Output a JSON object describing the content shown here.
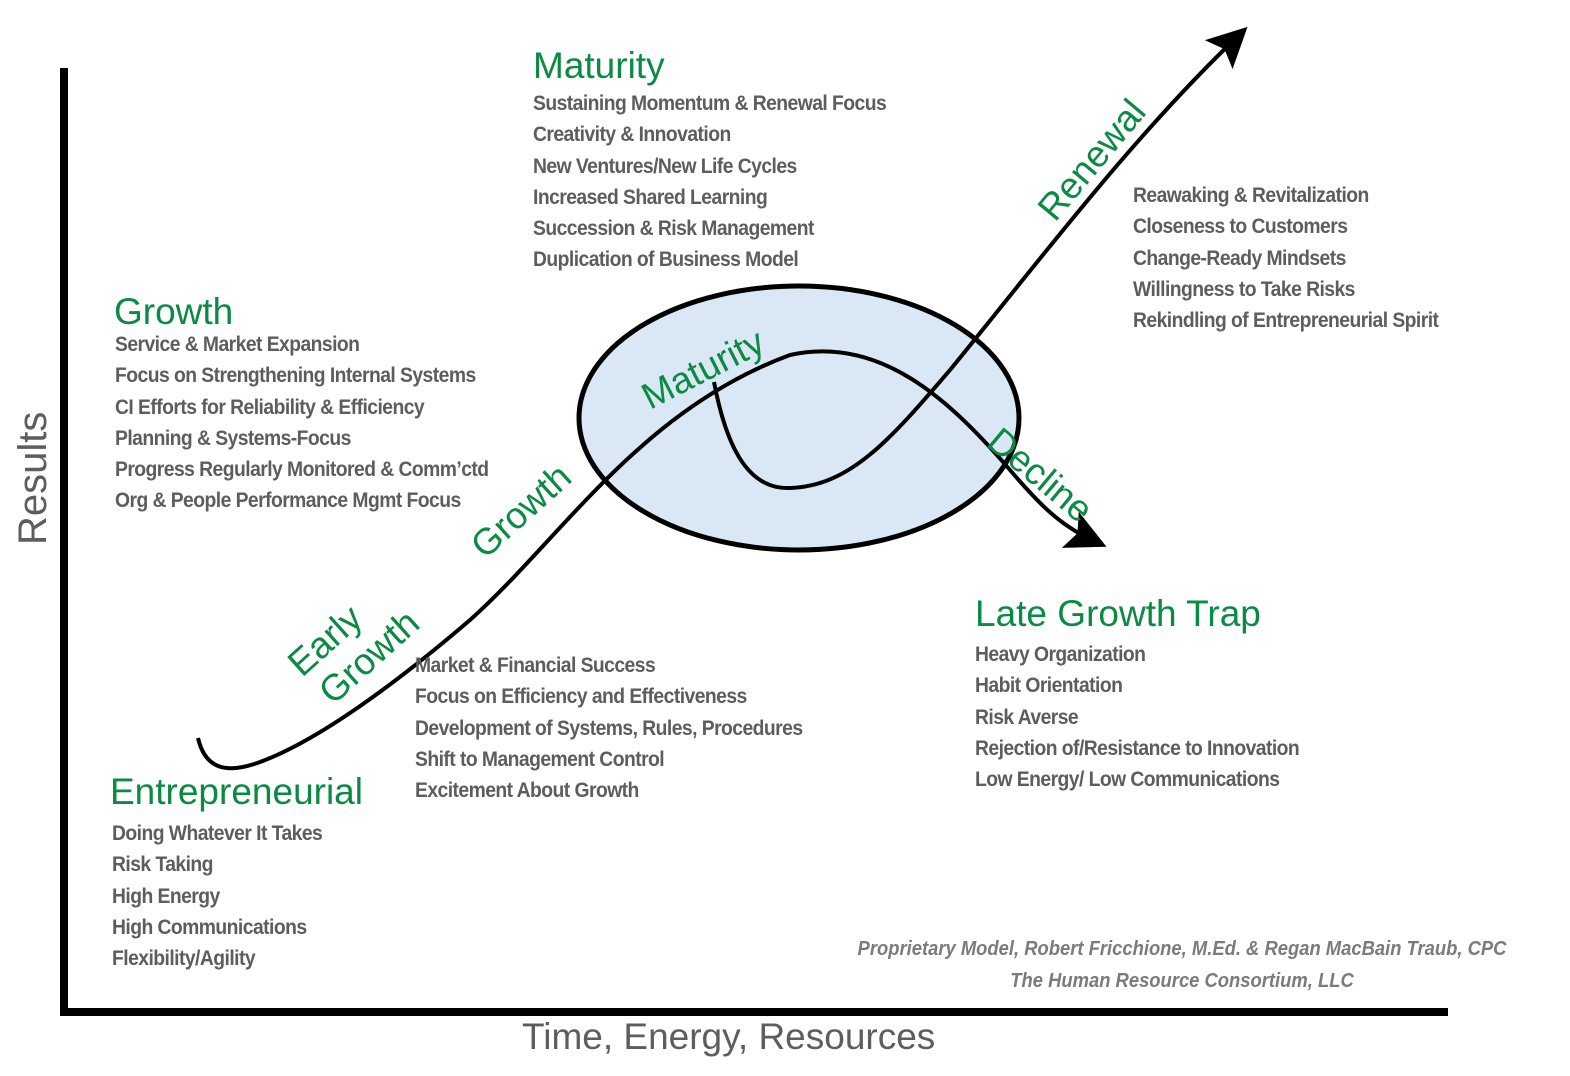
{
  "colors": {
    "heading_green": "#0a8a43",
    "body_gray": "#5d5d5d",
    "credit_gray": "#7b7b7b",
    "oval_fill": "#dae8f6",
    "line": "#000000"
  },
  "axes": {
    "y_label": "Results",
    "x_label": "Time, Energy, Resources"
  },
  "curve_labels": {
    "early": "Early",
    "early_growth": "Growth",
    "growth": "Growth",
    "maturity": "Maturity",
    "decline": "Decline",
    "renewal": "Renewal"
  },
  "stages": {
    "maturity": {
      "title": "Maturity",
      "items": [
        "Sustaining Momentum & Renewal Focus",
        "Creativity & Innovation",
        "New Ventures/New Life Cycles",
        "Increased Shared Learning",
        "Succession & Risk Management",
        "Duplication of Business Model"
      ]
    },
    "growth": {
      "title": "Growth",
      "items": [
        "Service & Market Expansion",
        "Focus on Strengthening Internal Systems",
        "CI Efforts for Reliability & Efficiency",
        "Planning & Systems-Focus",
        "Progress Regularly Monitored & Comm’ctd",
        "Org & People Performance Mgmt Focus"
      ]
    },
    "renewal": {
      "items": [
        "Reawaking & Revitalization",
        "Closeness to Customers",
        "Change-Ready Mindsets",
        "Willingness to Take Risks",
        "Rekindling of Entrepreneurial Spirit"
      ]
    },
    "early_growth": {
      "items": [
        "Market & Financial Success",
        "Focus on Efficiency and Effectiveness",
        "Development of Systems, Rules, Procedures",
        "Shift to Management Control",
        "Excitement About Growth"
      ]
    },
    "late_growth_trap": {
      "title": "Late Growth Trap",
      "items": [
        "Heavy Organization",
        "Habit Orientation",
        "Risk Averse",
        "Rejection of/Resistance to Innovation",
        "Low Energy/ Low Communications"
      ]
    },
    "entrepreneurial": {
      "title": "Entrepreneurial",
      "items": [
        "Doing Whatever It Takes",
        "Risk Taking",
        "High Energy",
        "High Communications",
        "Flexibility/Agility"
      ]
    }
  },
  "credit": {
    "line1": "Proprietary  Model, Robert Fricchione, M.Ed. & Regan MacBain Traub, CPC",
    "line2": "The Human Resource Consortium, LLC"
  }
}
